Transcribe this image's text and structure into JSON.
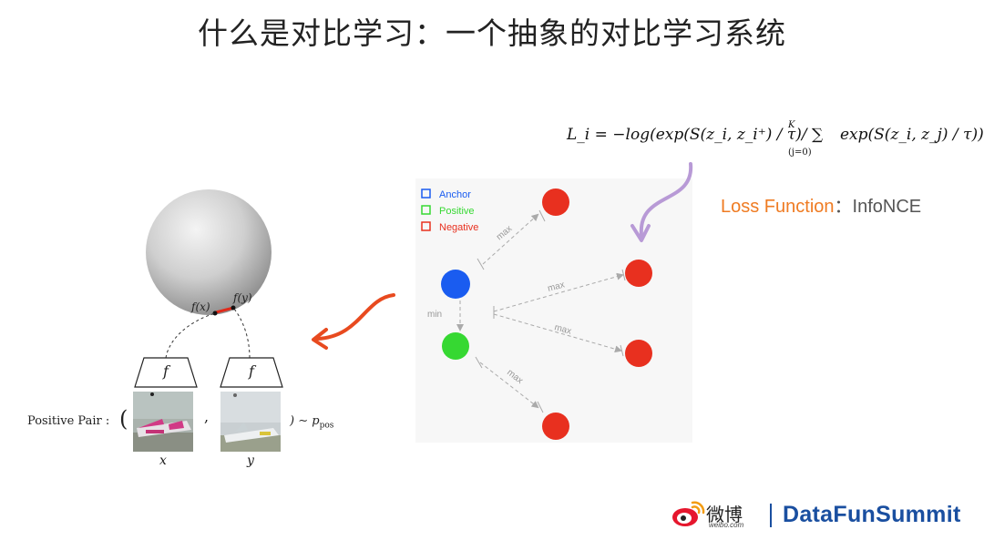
{
  "title": "什么是对比学习：一个抽象的对比学习系统",
  "formula": {
    "main": "L_i = −log(exp(S(z_i, z_i⁺) / τ)/ ∑",
    "sum_upper": "K",
    "sum_lower": "(j=0)",
    "tail": "exp(S(z_i, z_j) / τ))"
  },
  "loss": {
    "label": "Loss Function",
    "separator": "：",
    "name": "InfoNCE"
  },
  "legend": {
    "anchor": "Anchor",
    "positive": "Positive",
    "negative": "Negative"
  },
  "edges": {
    "max": "max",
    "min": "min"
  },
  "left_diagram": {
    "fx": "f(x)",
    "fy": "f(y)",
    "encoder": "f",
    "pair_label": "Positive Pair :",
    "open_paren": "(",
    "comma": ",",
    "close_tail": ") ∼ p",
    "pos_sub": "pos",
    "x_label": "x",
    "y_label": "y"
  },
  "colors": {
    "anchor": "#1a5cf0",
    "positive": "#36d832",
    "negative": "#e8301f",
    "loss_orange": "#ef7b22",
    "purple_arrow": "#b89ad6",
    "red_arrow": "#e84a1f",
    "brand_blue": "#1a4fa0"
  },
  "brand": {
    "weibo": "微博",
    "weibo_domain": "weibo.com",
    "name": "DataFunSummit"
  }
}
